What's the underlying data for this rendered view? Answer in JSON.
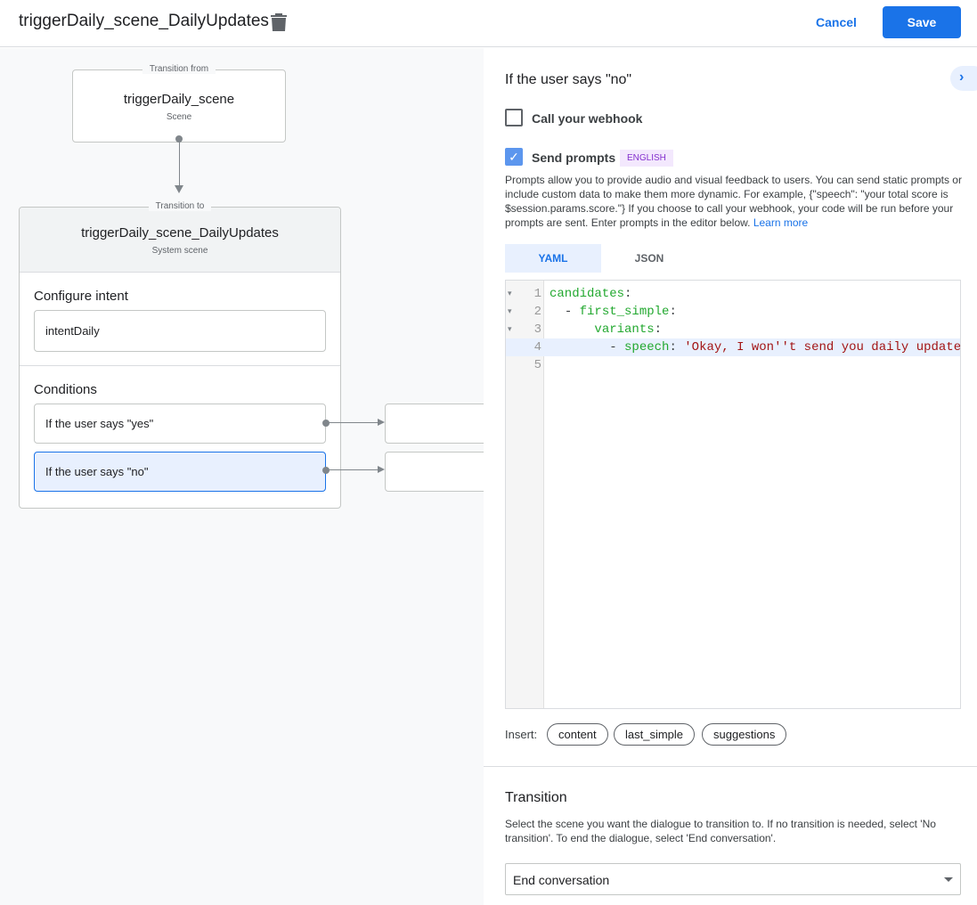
{
  "header": {
    "title": "triggerDaily_scene_DailyUpdates",
    "cancel_label": "Cancel",
    "save_label": "Save"
  },
  "canvas": {
    "from": {
      "legend": "Transition from",
      "name": "triggerDaily_scene",
      "type": "Scene"
    },
    "to": {
      "legend": "Transition to",
      "name": "triggerDaily_scene_DailyUpdates",
      "type": "System scene"
    },
    "configure_intent_label": "Configure intent",
    "intent": "intentDaily",
    "conditions_label": "Conditions",
    "conditions": [
      {
        "label": "If the user says \"yes\"",
        "selected": false
      },
      {
        "label": "If the user says \"no\"",
        "selected": true
      }
    ]
  },
  "panel": {
    "title": "If the user says \"no\"",
    "webhook": {
      "label": "Call your webhook",
      "checked": false
    },
    "prompts": {
      "label": "Send prompts",
      "checked": true,
      "badge": "ENGLISH"
    },
    "description": "Prompts allow you to provide audio and visual feedback to users. You can send static prompts or include custom data to make them more dynamic. For example, {\"speech\": \"your total score is $session.params.score.\"} If you choose to call your webhook, your code will be run before your prompts are sent. Enter prompts in the editor below.",
    "learn_more": "Learn more",
    "tabs": [
      {
        "label": "YAML",
        "active": true
      },
      {
        "label": "JSON",
        "active": false
      }
    ],
    "code_lines": [
      {
        "num": "1",
        "fold": true,
        "indent": "",
        "dash": "",
        "key": "candidates",
        "val": ""
      },
      {
        "num": "2",
        "fold": true,
        "indent": "  ",
        "dash": "- ",
        "key": "first_simple",
        "val": ""
      },
      {
        "num": "3",
        "fold": true,
        "indent": "      ",
        "dash": "",
        "key": "variants",
        "val": ""
      },
      {
        "num": "4",
        "fold": false,
        "indent": "        ",
        "dash": "- ",
        "key": "speech",
        "val": " 'Okay, I won''t send you daily update"
      },
      {
        "num": "5",
        "fold": false,
        "indent": "",
        "dash": "",
        "key": "",
        "val": ""
      }
    ],
    "insert_label": "Insert:",
    "insert_chips": [
      "content",
      "last_simple",
      "suggestions"
    ],
    "transition": {
      "title": "Transition",
      "description": "Select the scene you want the dialogue to transition to. If no transition is needed, select 'No transition'. To end the dialogue, select 'End conversation'.",
      "selected": "End conversation"
    }
  },
  "colors": {
    "accent": "#1a73e8",
    "yaml_key": "#22a82f",
    "yaml_string": "#a31515",
    "badge_bg": "#f3e8fd",
    "badge_text": "#8430ce"
  }
}
